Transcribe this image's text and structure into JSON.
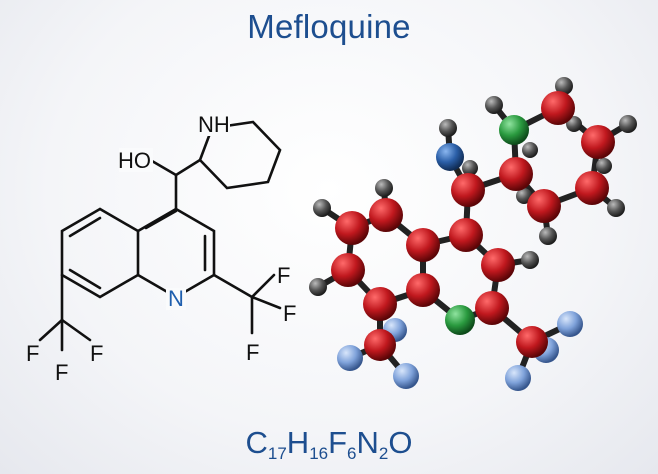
{
  "title": "Mefloquine",
  "formula": {
    "parts": [
      {
        "el": "C",
        "n": "17"
      },
      {
        "el": "H",
        "n": "16"
      },
      {
        "el": "F",
        "n": "6"
      },
      {
        "el": "N",
        "n": "2"
      },
      {
        "el": "O",
        "n": ""
      }
    ]
  },
  "structure_labels": {
    "nh": "NH",
    "ho": "HO",
    "n": "N",
    "f": "F"
  },
  "colors": {
    "title": "#1d4e8f",
    "carbon": "#c0181e",
    "hydrogen": "#444444",
    "nitrogen": "#2a9a3f",
    "oxygen": "#2b5fa8",
    "fluorine": "#6f96d4",
    "label_n": "#1f5fae"
  }
}
